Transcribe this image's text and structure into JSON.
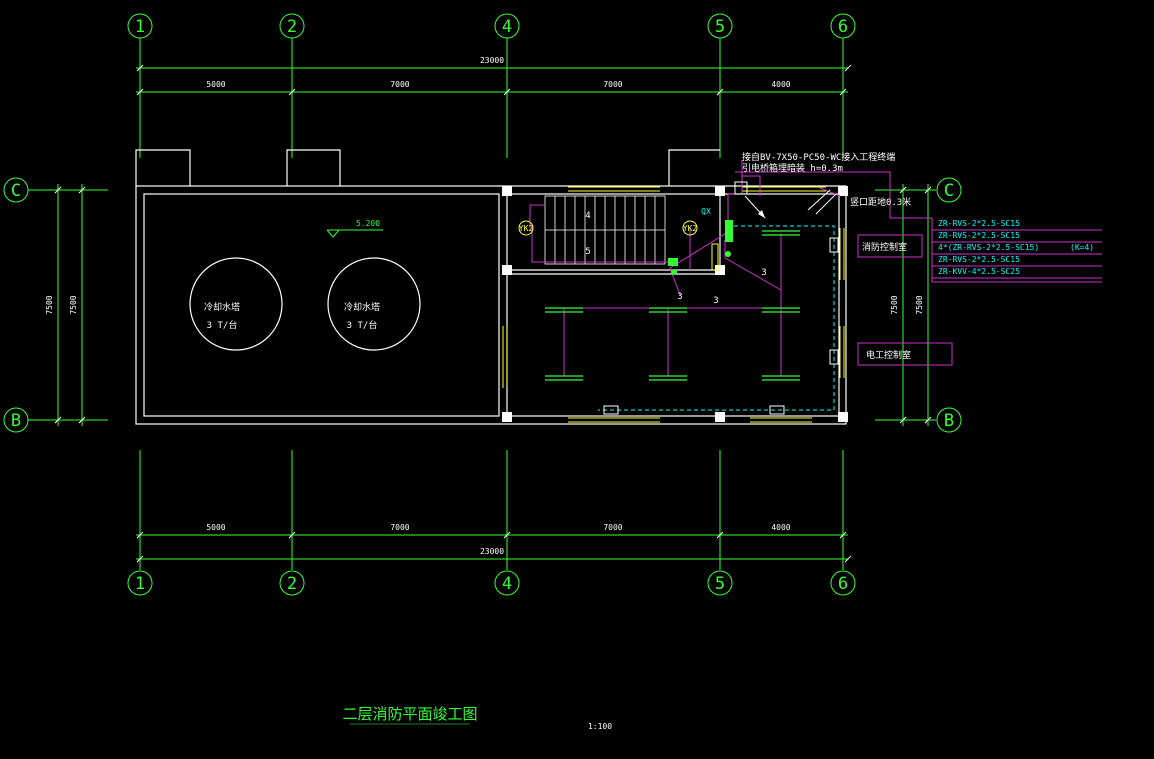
{
  "drawing": {
    "title": "二层消防平面竣工图",
    "scale": "1:100",
    "colors": {
      "background": "#000000",
      "axis": "#33ff33",
      "wall": "#ffffff",
      "wiring": "#cc33cc",
      "cable_text": "#00ffff",
      "accent": "#ffff33"
    }
  },
  "axes": {
    "vertical": [
      "1",
      "2",
      "4",
      "5",
      "6"
    ],
    "horizontal": [
      "C",
      "B"
    ]
  },
  "dimensions": {
    "total": "23000",
    "spans": [
      "5000",
      "7000",
      "7000",
      "4000"
    ],
    "depth": "7500"
  },
  "rooms": {
    "tower_label": "冷却水塔",
    "tower_capacity": "3 T/台",
    "elevation": "5.200"
  },
  "annotations": {
    "incoming_cable": "接自BV-7X50-PC50-WC接入工程终端",
    "incoming_note": "引电桥箱埋暗装 h=0.3m",
    "qx": "QX",
    "wire_count": "3",
    "stair_left": "4",
    "stair_right": "5",
    "well_label": "竖口距地0.3米",
    "device_a": "YK2",
    "device_b": "YK2"
  },
  "cables": [
    "ZR-RVS-2*2.5-SC15",
    "ZR-RVS-2*2.5-SC15",
    "4*(ZR-RVS-2*2.5-SC15)",
    "ZR-RVS-2*2.5-SC15",
    "ZR-KVV-4*2.5-SC25"
  ],
  "cable_note": "(K=4)",
  "boxes": {
    "fire_control": "消防控制室",
    "elevator_room": "电工控制室"
  }
}
